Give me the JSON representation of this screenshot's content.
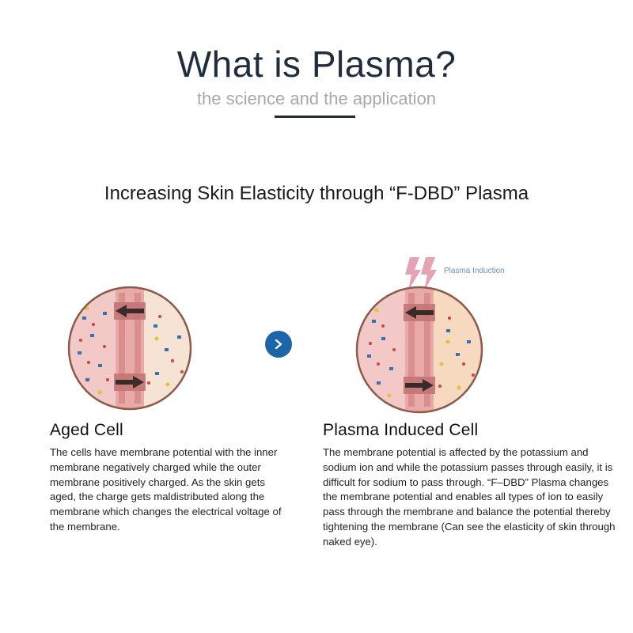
{
  "header": {
    "title": "What is Plasma?",
    "subtitle": "the science and the application"
  },
  "headline": "Increasing Skin Elasticity through “F-DBD” Plasma",
  "diagram": {
    "plasma_label": "Plasma Induction",
    "colors": {
      "cell_outline": "#8a5a4a",
      "cell_fill": "#f4d6d0",
      "membrane": "#c97a7a",
      "arrow": "#3a2a28",
      "button": "#1b65a8"
    }
  },
  "aged": {
    "heading": "Aged Cell",
    "body": "The cells have membrane potential with the inner membrane negatively charged while the outer membrane positively charged. As the skin gets aged, the charge gets maldistributed along the membrane which changes the electrical voltage of the membrane."
  },
  "plasma": {
    "heading": "Plasma Induced Cell",
    "body": "The membrane potential is affected by the potassium and sodium ion and while the potassium passes through easily, it is difficult for sodium to pass through. “F–DBD” Plasma changes the membrane potential and enables all types of ion to easily pass through the membrane and balance the potential thereby tightening the membrane (Can see the elasticity of skin through naked eye)."
  }
}
